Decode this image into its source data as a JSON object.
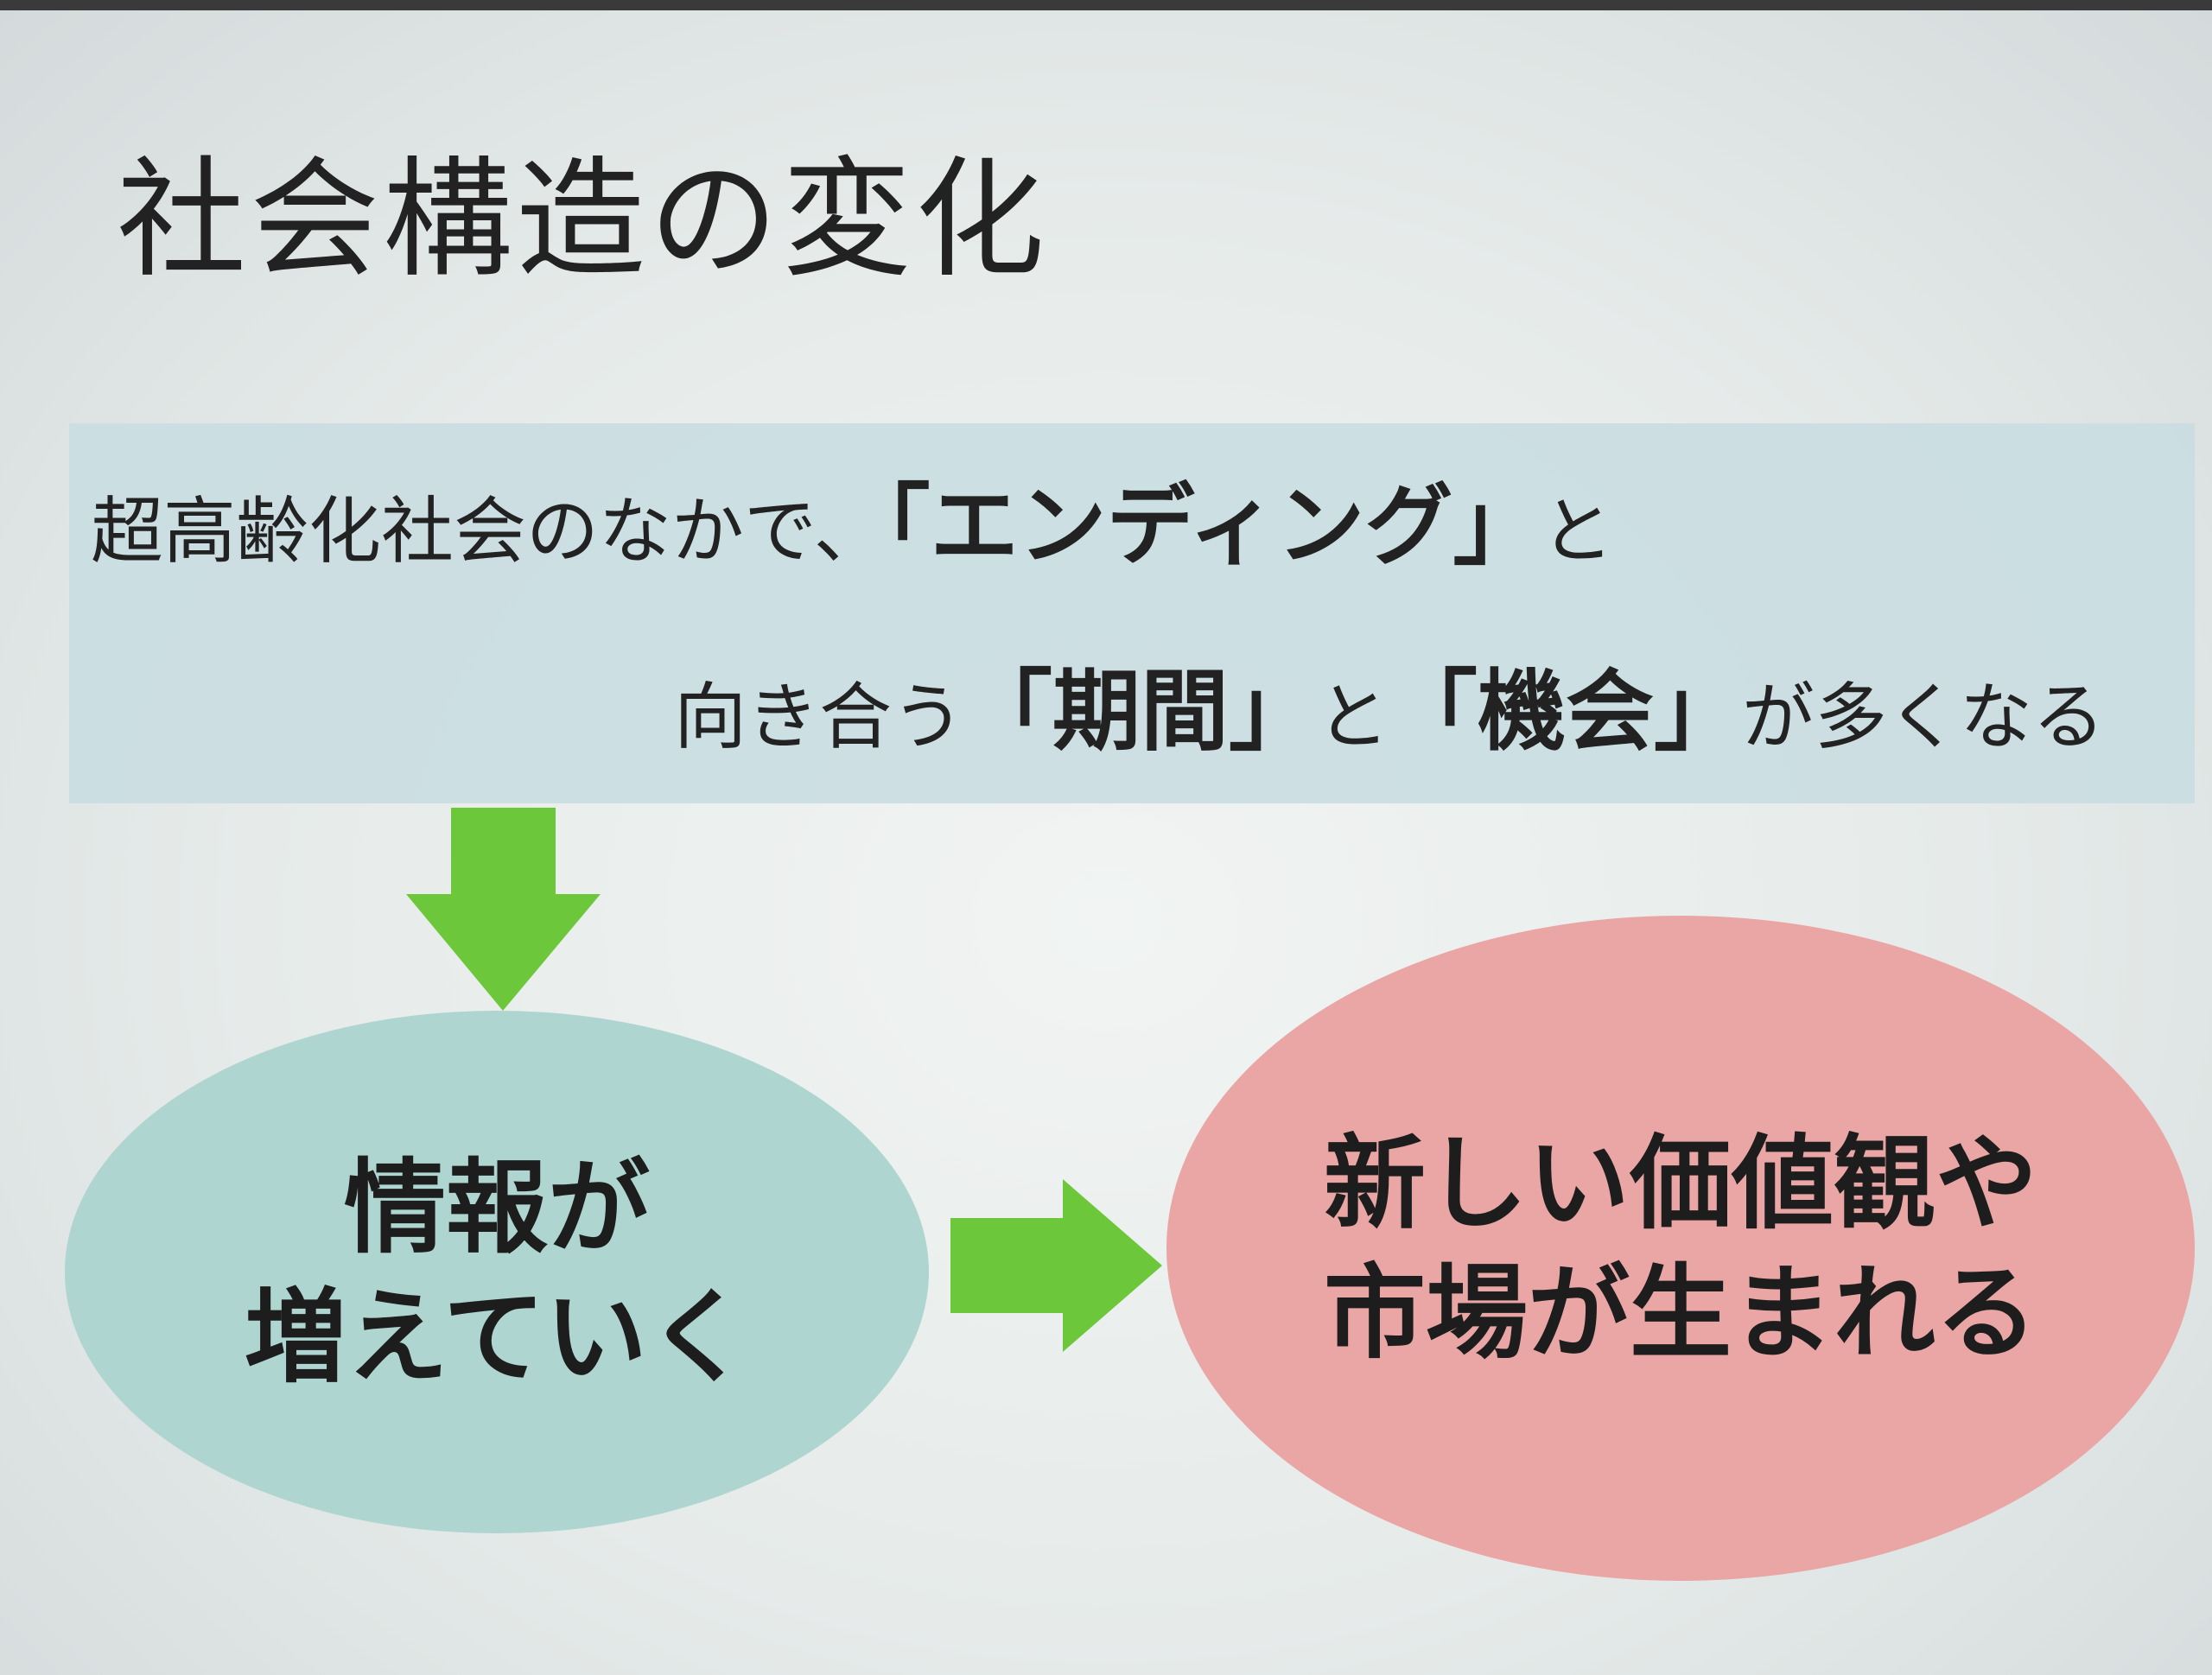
{
  "title": "社会構造の変化",
  "statement": {
    "line1_prefix": "超高齢化社会のなかで、",
    "line1_em": "「エンディング」",
    "line1_suffix": "と",
    "line2_prefix": "向き合う",
    "line2_em1": "「期間」",
    "line2_mid": "と",
    "line2_em2": "「機会」",
    "line2_suffix": "が多くなる"
  },
  "nodes": {
    "left": {
      "line1": "情報が",
      "line2": "増えていく"
    },
    "right": {
      "line1": "新しい価値観や",
      "line2": "市場が生まれる"
    }
  },
  "colors": {
    "band": "#c9dde1",
    "arrow": "#6cc83a",
    "left_node": "#aed5d0",
    "right_node": "#eaa5a5"
  }
}
